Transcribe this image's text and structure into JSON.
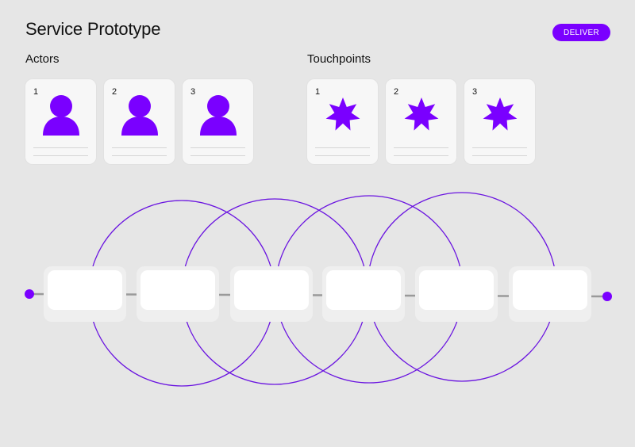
{
  "header": {
    "title": "Service Prototype",
    "deliver_label": "DELIVER"
  },
  "actors": {
    "label": "Actors",
    "items": [
      {
        "number": "1",
        "icon": "person-icon"
      },
      {
        "number": "2",
        "icon": "person-icon"
      },
      {
        "number": "3",
        "icon": "person-icon"
      }
    ]
  },
  "touchpoints": {
    "label": "Touchpoints",
    "items": [
      {
        "number": "1",
        "icon": "star-icon"
      },
      {
        "number": "2",
        "icon": "star-icon"
      },
      {
        "number": "3",
        "icon": "star-icon"
      }
    ]
  },
  "flow": {
    "step_count": 6
  },
  "colors": {
    "accent": "#7a00ff",
    "background": "#e6e6e6",
    "card": "#f7f7f7"
  }
}
